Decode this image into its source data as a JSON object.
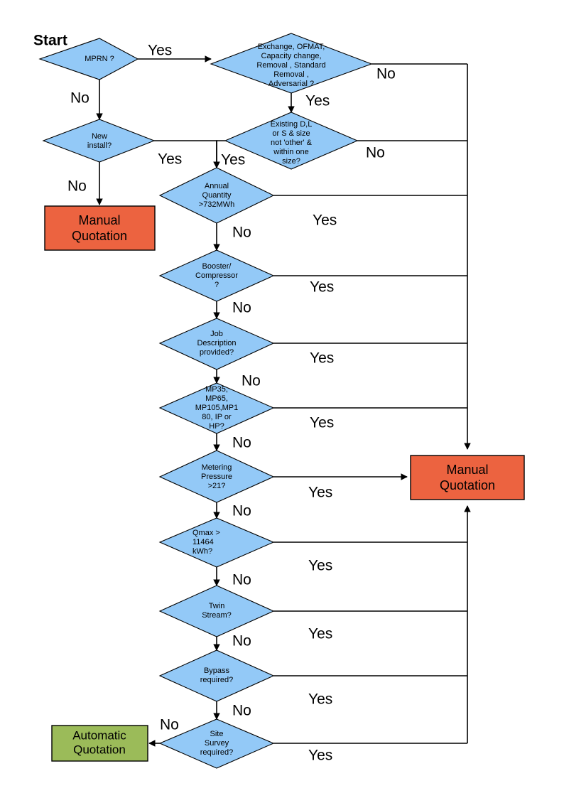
{
  "diagram": {
    "title_label": "Start",
    "colors": {
      "decision_fill": "#93C9F7",
      "manual_fill": "#EC6340",
      "automatic_fill": "#9BBB59",
      "line": "#000000",
      "background": "#FFFFFF"
    },
    "nodes": [
      {
        "id": "mprn",
        "type": "decision",
        "lines": [
          "MPRN ?"
        ]
      },
      {
        "id": "exchange",
        "type": "decision",
        "lines": [
          "Exchange, OFMAT,",
          "Capacity change,",
          "Removal , Standard",
          "Removal ,",
          "Adversarial ?"
        ]
      },
      {
        "id": "new-install",
        "type": "decision",
        "lines": [
          "New",
          "install?"
        ]
      },
      {
        "id": "existing-dls",
        "type": "decision",
        "lines": [
          "Existing D,L",
          "or S & size",
          "not 'other' &",
          "within one",
          "size?"
        ]
      },
      {
        "id": "annual-quantity",
        "type": "decision",
        "lines": [
          "Annual",
          "Quantity",
          ">732MWh"
        ]
      },
      {
        "id": "booster",
        "type": "decision",
        "lines": [
          "Booster/",
          "Compressor",
          "?"
        ]
      },
      {
        "id": "job-description",
        "type": "decision",
        "lines": [
          "Job",
          "Description",
          "provided?"
        ]
      },
      {
        "id": "mp-range",
        "type": "decision",
        "lines": [
          "MP35,",
          "MP65,",
          "MP105,MP1",
          "80, IP or",
          "HP?"
        ]
      },
      {
        "id": "metering-pressure",
        "type": "decision",
        "lines": [
          "Metering",
          "Pressure",
          ">21?"
        ]
      },
      {
        "id": "qmax",
        "type": "decision",
        "lines": [
          "Qmax >",
          "11464",
          "kWh?"
        ]
      },
      {
        "id": "twin-stream",
        "type": "decision",
        "lines": [
          "Twin",
          "Stream?"
        ]
      },
      {
        "id": "bypass",
        "type": "decision",
        "lines": [
          "Bypass",
          "required?"
        ]
      },
      {
        "id": "site-survey",
        "type": "decision",
        "lines": [
          "Site",
          "Survey",
          "required?"
        ]
      },
      {
        "id": "manual-quotation-left",
        "type": "terminal-manual",
        "lines": [
          "Manual",
          "Quotation"
        ]
      },
      {
        "id": "manual-quotation-right",
        "type": "terminal-manual",
        "lines": [
          "Manual",
          "Quotation"
        ]
      },
      {
        "id": "automatic-quotation",
        "type": "terminal-automatic",
        "lines": [
          "Automatic",
          "Quotation"
        ]
      }
    ],
    "edge_labels": {
      "yes": "Yes",
      "no": "No"
    },
    "edges": [
      {
        "from": "mprn",
        "to": "exchange",
        "label": "Yes"
      },
      {
        "from": "mprn",
        "to": "new-install",
        "label": "No"
      },
      {
        "from": "exchange",
        "to": "existing-dls",
        "label": "Yes"
      },
      {
        "from": "exchange",
        "to": "manual-quotation-right",
        "label": "No"
      },
      {
        "from": "new-install",
        "to": "annual-quantity",
        "label": "Yes"
      },
      {
        "from": "new-install",
        "to": "manual-quotation-left",
        "label": "No"
      },
      {
        "from": "existing-dls",
        "to": "annual-quantity",
        "label": "Yes"
      },
      {
        "from": "existing-dls",
        "to": "manual-quotation-right",
        "label": "No"
      },
      {
        "from": "annual-quantity",
        "to": "manual-quotation-right",
        "label": "Yes"
      },
      {
        "from": "annual-quantity",
        "to": "booster",
        "label": "No"
      },
      {
        "from": "booster",
        "to": "manual-quotation-right",
        "label": "Yes"
      },
      {
        "from": "booster",
        "to": "job-description",
        "label": "No"
      },
      {
        "from": "job-description",
        "to": "manual-quotation-right",
        "label": "Yes"
      },
      {
        "from": "job-description",
        "to": "mp-range",
        "label": "No"
      },
      {
        "from": "mp-range",
        "to": "manual-quotation-right",
        "label": "Yes"
      },
      {
        "from": "mp-range",
        "to": "metering-pressure",
        "label": "No"
      },
      {
        "from": "metering-pressure",
        "to": "manual-quotation-right",
        "label": "Yes"
      },
      {
        "from": "metering-pressure",
        "to": "qmax",
        "label": "No"
      },
      {
        "from": "qmax",
        "to": "manual-quotation-right",
        "label": "Yes"
      },
      {
        "from": "qmax",
        "to": "twin-stream",
        "label": "No"
      },
      {
        "from": "twin-stream",
        "to": "manual-quotation-right",
        "label": "Yes"
      },
      {
        "from": "twin-stream",
        "to": "bypass",
        "label": "No"
      },
      {
        "from": "bypass",
        "to": "manual-quotation-right",
        "label": "Yes"
      },
      {
        "from": "bypass",
        "to": "site-survey",
        "label": "No"
      },
      {
        "from": "site-survey",
        "to": "manual-quotation-right",
        "label": "Yes"
      },
      {
        "from": "site-survey",
        "to": "automatic-quotation",
        "label": "No"
      }
    ],
    "visible_edge_label_text": {
      "mprn_yes": "Yes",
      "mprn_no": "No",
      "exchange_no": "No",
      "exchange_yes": "Yes",
      "new_install_yes": "Yes",
      "new_install_no": "No",
      "existing_yes": "Yes",
      "existing_no": "No",
      "annual_yes": "Yes",
      "annual_no": "No",
      "booster_yes": "Yes",
      "booster_no": "No",
      "job_yes": "Yes",
      "job_no": "No",
      "mp_yes": "Yes",
      "mp_no": "No",
      "metering_yes": "Yes",
      "metering_no": "No",
      "qmax_yes": "Yes",
      "qmax_no": "No",
      "twin_yes": "Yes",
      "twin_no": "No",
      "bypass_yes": "Yes",
      "bypass_no": "No",
      "site_no": "No",
      "site_yes": "Yes"
    }
  }
}
